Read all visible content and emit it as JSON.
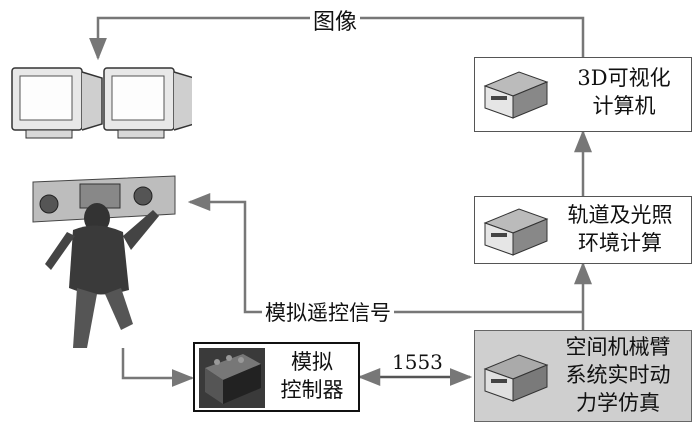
{
  "nodes": {
    "vis_computer": {
      "line1": "3D可视化",
      "line2": "计算机",
      "icon": "server-icon"
    },
    "orbit_calc": {
      "line1": "轨道及光照",
      "line2": "环境计算",
      "icon": "server-icon"
    },
    "arm_sim": {
      "line1": "空间机械臂",
      "line2": "系统实时动",
      "line3": "力学仿真",
      "icon": "server-icon"
    },
    "controller": {
      "line1": "模拟",
      "line2": "控制器",
      "icon": "controller-photo"
    },
    "monitors": {
      "icon": "monitor-icon"
    },
    "operator": {
      "icon": "operator-figure"
    }
  },
  "edges": {
    "image": "图像",
    "remote_signal": "模拟遥控信号",
    "bus": "1553"
  },
  "colors": {
    "line": "#777777",
    "sim_box_fill": "#cfcfcf"
  }
}
